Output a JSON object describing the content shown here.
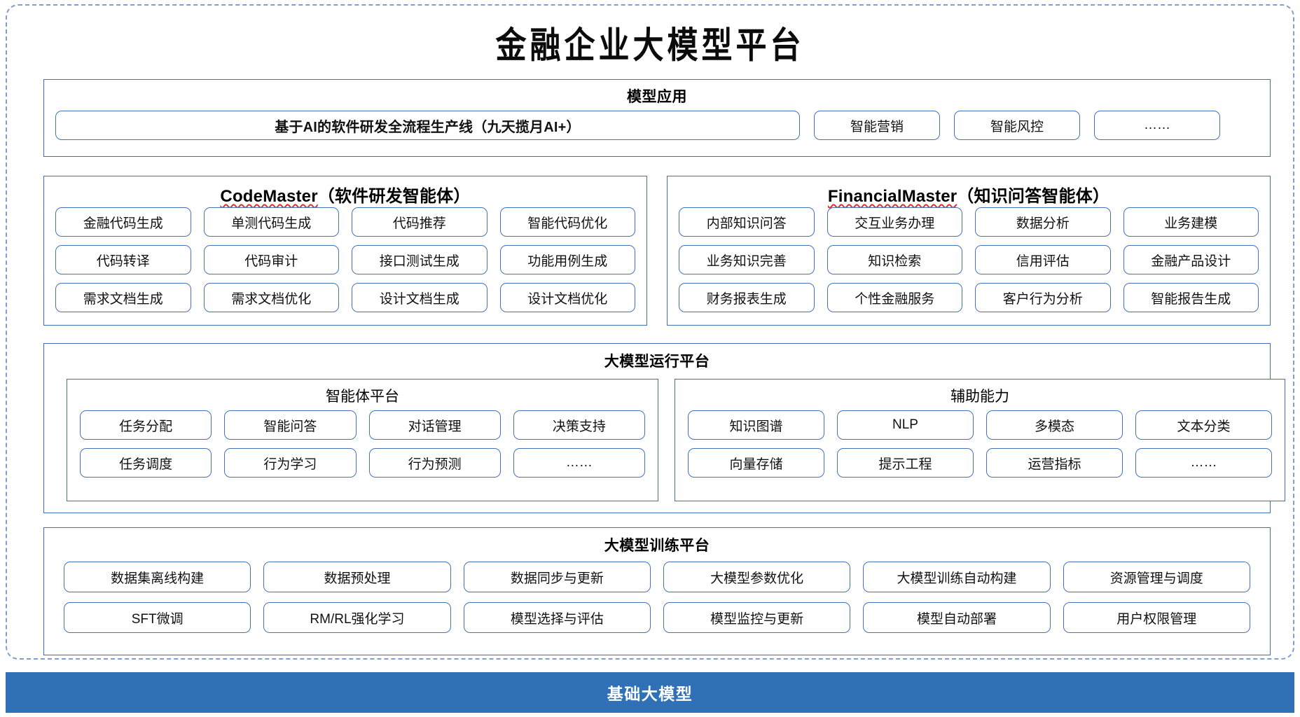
{
  "title": "金融企业大模型平台",
  "model_application": {
    "heading": "模型应用",
    "banner": "基于AI的软件研发全流程生产线（九天揽月AI+）",
    "items": [
      "智能营销",
      "智能风控",
      "……"
    ]
  },
  "code_master": {
    "name": "CodeMaster",
    "suffix": "（软件研发智能体）",
    "rows": [
      [
        "金融代码生成",
        "单测代码生成",
        "代码推荐",
        "智能代码优化"
      ],
      [
        "代码转译",
        "代码审计",
        "接口测试生成",
        "功能用例生成"
      ],
      [
        "需求文档生成",
        "需求文档优化",
        "设计文档生成",
        "设计文档优化"
      ]
    ]
  },
  "financial_master": {
    "name": "FinancialMaster",
    "suffix": "（知识问答智能体）",
    "rows": [
      [
        "内部知识问答",
        "交互业务办理",
        "数据分析",
        "业务建模"
      ],
      [
        "业务知识完善",
        "知识检索",
        "信用评估",
        "金融产品设计"
      ],
      [
        "财务报表生成",
        "个性金融服务",
        "客户行为分析",
        "智能报告生成"
      ]
    ]
  },
  "runtime_platform": {
    "heading": "大模型运行平台",
    "agent_platform": {
      "heading": "智能体平台",
      "rows": [
        [
          "任务分配",
          "智能问答",
          "对话管理",
          "决策支持"
        ],
        [
          "任务调度",
          "行为学习",
          "行为预测",
          "……"
        ]
      ]
    },
    "auxiliary": {
      "heading": "辅助能力",
      "rows": [
        [
          "知识图谱",
          "NLP",
          "多模态",
          "文本分类"
        ],
        [
          "向量存储",
          "提示工程",
          "运营指标",
          "……"
        ]
      ]
    }
  },
  "training_platform": {
    "heading": "大模型训练平台",
    "rows": [
      [
        "数据集离线构建",
        "数据预处理",
        "数据同步与更新",
        "大模型参数优化",
        "大模型训练自动构建",
        "资源管理与调度"
      ],
      [
        "SFT微调",
        "RM/RL强化学习",
        "模型选择与评估",
        "模型监控与更新",
        "模型自动部署",
        "用户权限管理"
      ]
    ]
  },
  "foundation": {
    "label": "基础大模型"
  },
  "colors": {
    "accent_blue": "#2f70b7",
    "border_blue": "#3f6fb5",
    "chip_border": "#4472b8",
    "dashed_frame": "#7f9fd4",
    "spellcheck_red": "#e03030"
  }
}
